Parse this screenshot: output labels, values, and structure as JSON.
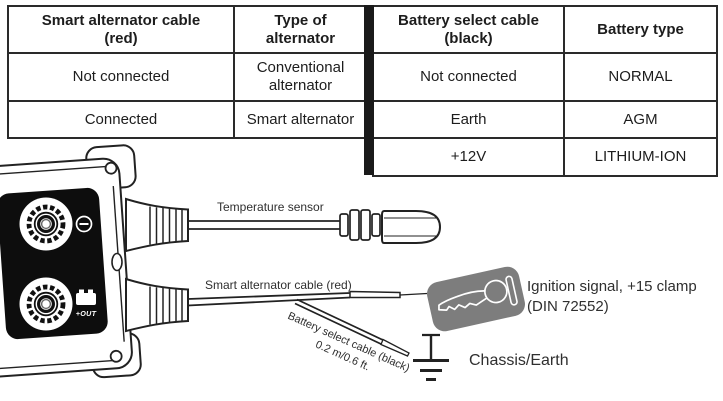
{
  "table": {
    "left": {
      "headers": [
        "Smart alternator cable\n(red)",
        "Type of\nalternator"
      ],
      "rows": [
        [
          "Not connected",
          "Conventional alternator"
        ],
        [
          "Connected",
          "Smart alternator"
        ]
      ]
    },
    "right": {
      "headers": [
        "Battery select cable\n(black)",
        "Battery type"
      ],
      "rows": [
        [
          "Not connected",
          "NORMAL"
        ],
        [
          "Earth",
          "AGM"
        ],
        [
          "+12V",
          "LITHIUM-ION"
        ]
      ]
    }
  },
  "diagram": {
    "temperature_sensor_label": "Temperature sensor",
    "smart_alternator_label": "Smart alternator cable (red)",
    "battery_select_label": "Battery select cable (black)",
    "battery_select_length": "0.2 m/0.6 ft.",
    "ignition_label_line1": "Ignition signal, +15 clamp",
    "ignition_label_line2": "(DIN 72552)",
    "chassis_earth_label": "Chassis/Earth",
    "device_output_label": "+OUT",
    "colors": {
      "line": "#222222",
      "panel": "#0d0d0d",
      "key_fob": "#7d7d7d",
      "label_text": "#2f2f2f"
    }
  }
}
